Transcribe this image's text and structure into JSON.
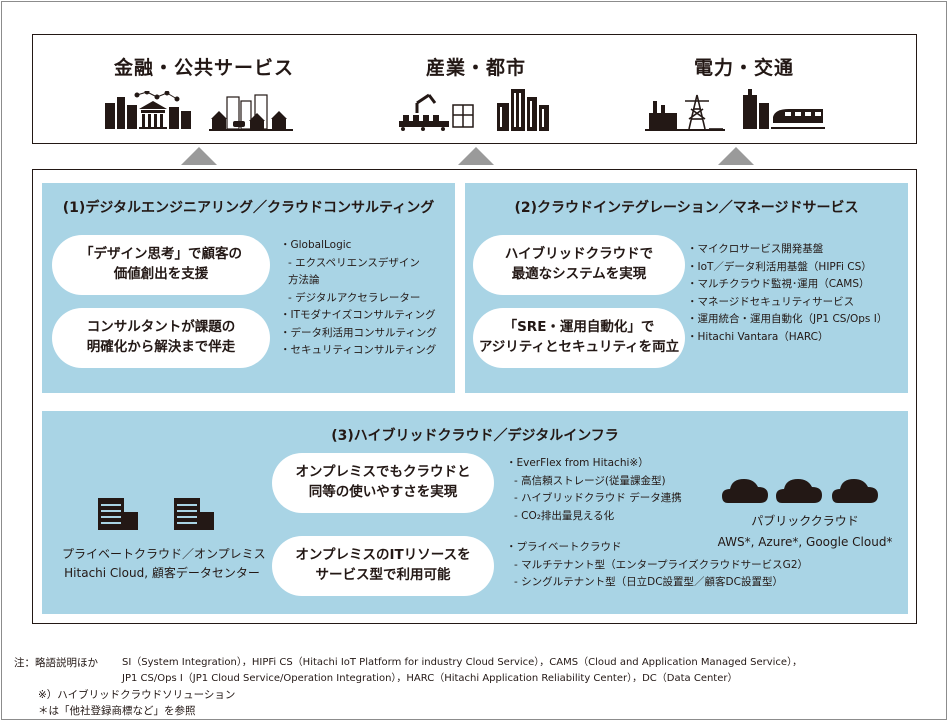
{
  "domains": [
    {
      "title": "金融・公共サービス"
    },
    {
      "title": "産業・都市"
    },
    {
      "title": "電力・交通"
    }
  ],
  "panel1": {
    "title": "(1)デジタルエンジニアリング／クラウドコンサルティング",
    "pills": [
      {
        "line1": "「デザイン思考」で顧客の",
        "line2": "価値創出を支援"
      },
      {
        "line1": "コンサルタントが課題の",
        "line2": "明確化から解決まで伴走"
      }
    ],
    "items": [
      {
        "text": "・GlobalLogic",
        "sub": false
      },
      {
        "text": "- エクスペリエンスデザイン",
        "sub": true
      },
      {
        "text": "方法論",
        "sub": true
      },
      {
        "text": "- デジタルアクセラレーター",
        "sub": true
      },
      {
        "text": "・ITモダナイズコンサルティング",
        "sub": false
      },
      {
        "text": "・データ利活用コンサルティング",
        "sub": false
      },
      {
        "text": "・セキュリティコンサルティング",
        "sub": false
      }
    ]
  },
  "panel2": {
    "title": "(2)クラウドインテグレーション／マネージドサービス",
    "pills": [
      {
        "line1": "ハイブリッドクラウドで",
        "line2": "最適なシステムを実現"
      },
      {
        "line1": "「SRE・運用自動化」で",
        "line2": "アジリティとセキュリティを両立"
      }
    ],
    "items": [
      {
        "text": "・マイクロサービス開発基盤",
        "sub": false
      },
      {
        "text": "・IoT／データ利活用基盤（HIPFi CS）",
        "sub": false
      },
      {
        "text": "・マルチクラウド監視･運用（CAMS）",
        "sub": false
      },
      {
        "text": "・マネージドセキュリティサービス",
        "sub": false
      },
      {
        "text": "・運用統合・運用自動化（JP1 CS/Ops I）",
        "sub": false
      },
      {
        "text": "・Hitachi Vantara（HARC）",
        "sub": false
      }
    ]
  },
  "panel3": {
    "title": "(3)ハイブリッドクラウド／デジタルインフラ",
    "private": {
      "line1": "プライベートクラウド／オンプレミス",
      "line2": "Hitachi Cloud, 顧客データセンター"
    },
    "pills": [
      {
        "line1": "オンプレミスでもクラウドと",
        "line2": "同等の使いやすさを実現"
      },
      {
        "line1": "オンプレミスのITリソースを",
        "line2": "サービス型で利用可能"
      }
    ],
    "items1": [
      {
        "text": "・EverFlex from Hitachi※）",
        "sub": false
      },
      {
        "text": "- 高信頼ストレージ(従量課金型)",
        "sub": true
      },
      {
        "text": "- ハイブリッドクラウド データ連携",
        "sub": true
      },
      {
        "text": "- CO₂排出量見える化",
        "sub": true
      }
    ],
    "items2": [
      {
        "text": "・プライベートクラウド",
        "sub": false
      },
      {
        "text": "- マルチテナント型（エンタープライズクラウドサービスG2）",
        "sub": true
      },
      {
        "text": "- シングルテナント型（日立DC設置型／顧客DC設置型）",
        "sub": true
      }
    ],
    "public": {
      "line1": "パブリッククラウド",
      "line2": "AWS*, Azure*, Google Cloud*"
    }
  },
  "notes": {
    "label": "注：略語説明ほか",
    "line1": "SI（System Integration），HIPFi CS（Hitachi IoT Platform for industry Cloud Service），CAMS（Cloud and Application Managed Service），",
    "line2": "JP1 CS/Ops I（JP1 Cloud Service/Operation Integration），HARC（Hitachi Application Reliability Center），DC（Data Center）",
    "line3": "※）ハイブリッドクラウドソリューション",
    "line4": "＊は「他社登録商標など」を参照"
  },
  "colors": {
    "panel": "#a9d4e5",
    "ink": "#231815",
    "arrow": "#9a9a9a"
  }
}
